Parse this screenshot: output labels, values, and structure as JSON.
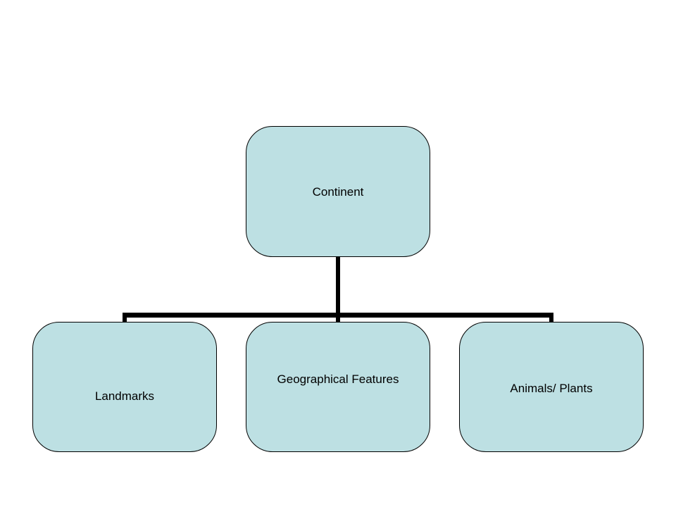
{
  "diagram": {
    "root": {
      "label": "Continent"
    },
    "children": [
      {
        "label": "Landmarks"
      },
      {
        "label": "Geographical Features"
      },
      {
        "label": "Animals/ Plants"
      }
    ],
    "colors": {
      "node_fill": "#bde0e3",
      "node_border": "#000000",
      "connector": "#000000",
      "background": "#ffffff"
    }
  }
}
